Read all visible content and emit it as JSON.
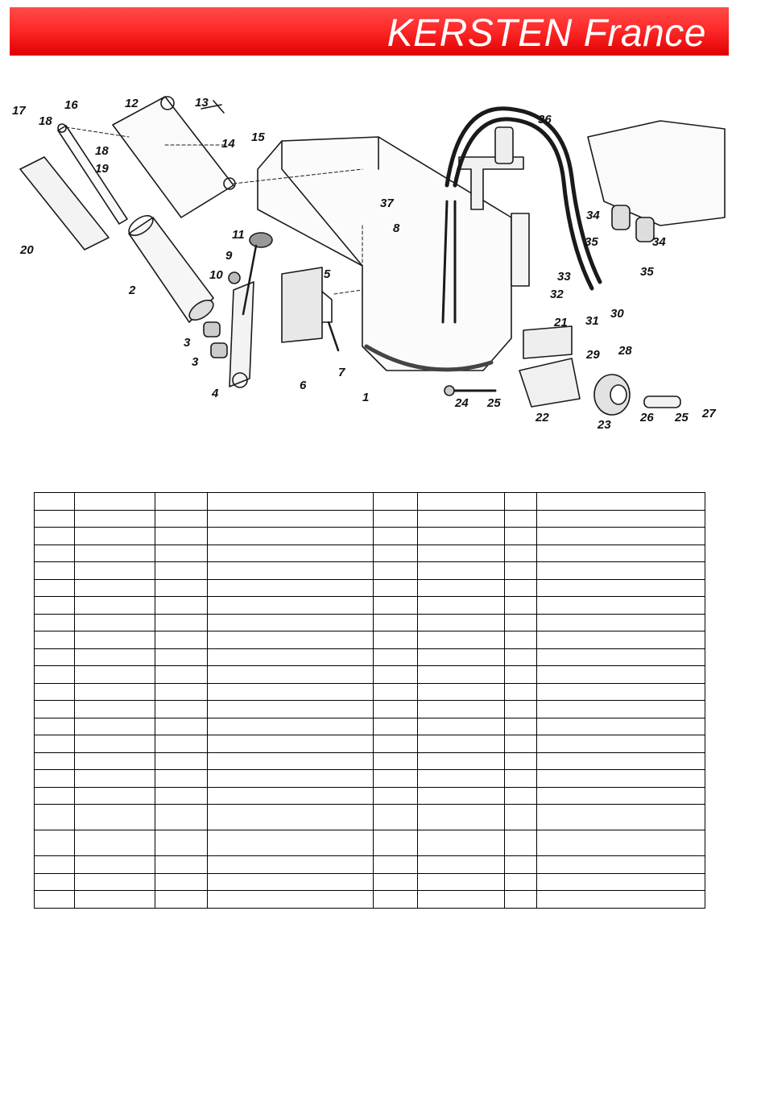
{
  "header": {
    "title": "KERSTEN France"
  },
  "diagram": {
    "part_labels": [
      "1",
      "2",
      "3",
      "3",
      "4",
      "5",
      "6",
      "7",
      "8",
      "9",
      "10",
      "11",
      "12",
      "13",
      "14",
      "15",
      "16",
      "17",
      "18",
      "18",
      "19",
      "20",
      "21",
      "22",
      "23",
      "24",
      "25",
      "25",
      "26",
      "27",
      "28",
      "29",
      "30",
      "31",
      "32",
      "33",
      "34",
      "34",
      "35",
      "35",
      "36",
      "37"
    ]
  },
  "parts_table": {
    "columns": 8,
    "rows": 23,
    "tall_rows": [
      18,
      19
    ],
    "cells": []
  }
}
